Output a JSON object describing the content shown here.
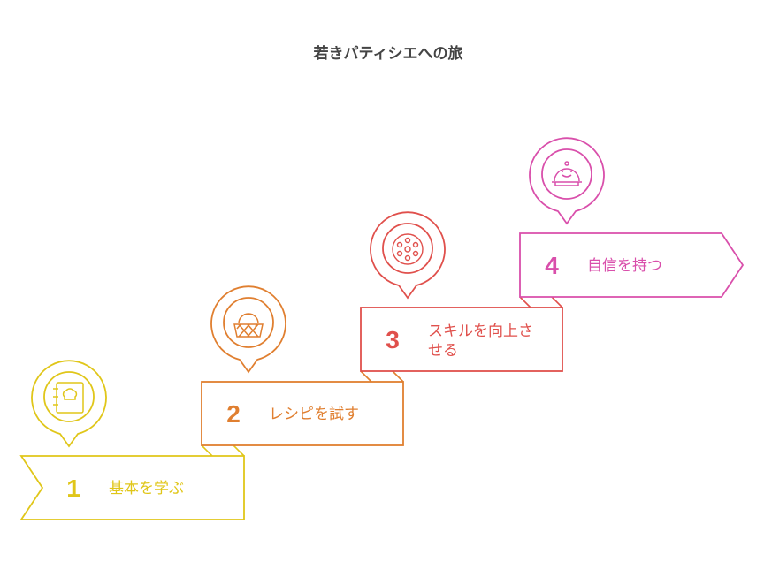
{
  "title": "若きパティシエへの旅",
  "colors": {
    "step1": "#E0C619",
    "step2": "#E07F30",
    "step3": "#E0504C",
    "step4": "#D94FAB"
  },
  "steps": [
    {
      "number": "1",
      "label": "基本を学ぶ",
      "icon": "recipe-book-icon"
    },
    {
      "number": "2",
      "label": "レシピを試す",
      "icon": "basket-icon"
    },
    {
      "number": "3",
      "label_line1": "スキルを向上さ",
      "label_line2": "せる",
      "icon": "tart-icon"
    },
    {
      "number": "4",
      "label": "自信を持つ",
      "icon": "cloche-icon"
    }
  ]
}
